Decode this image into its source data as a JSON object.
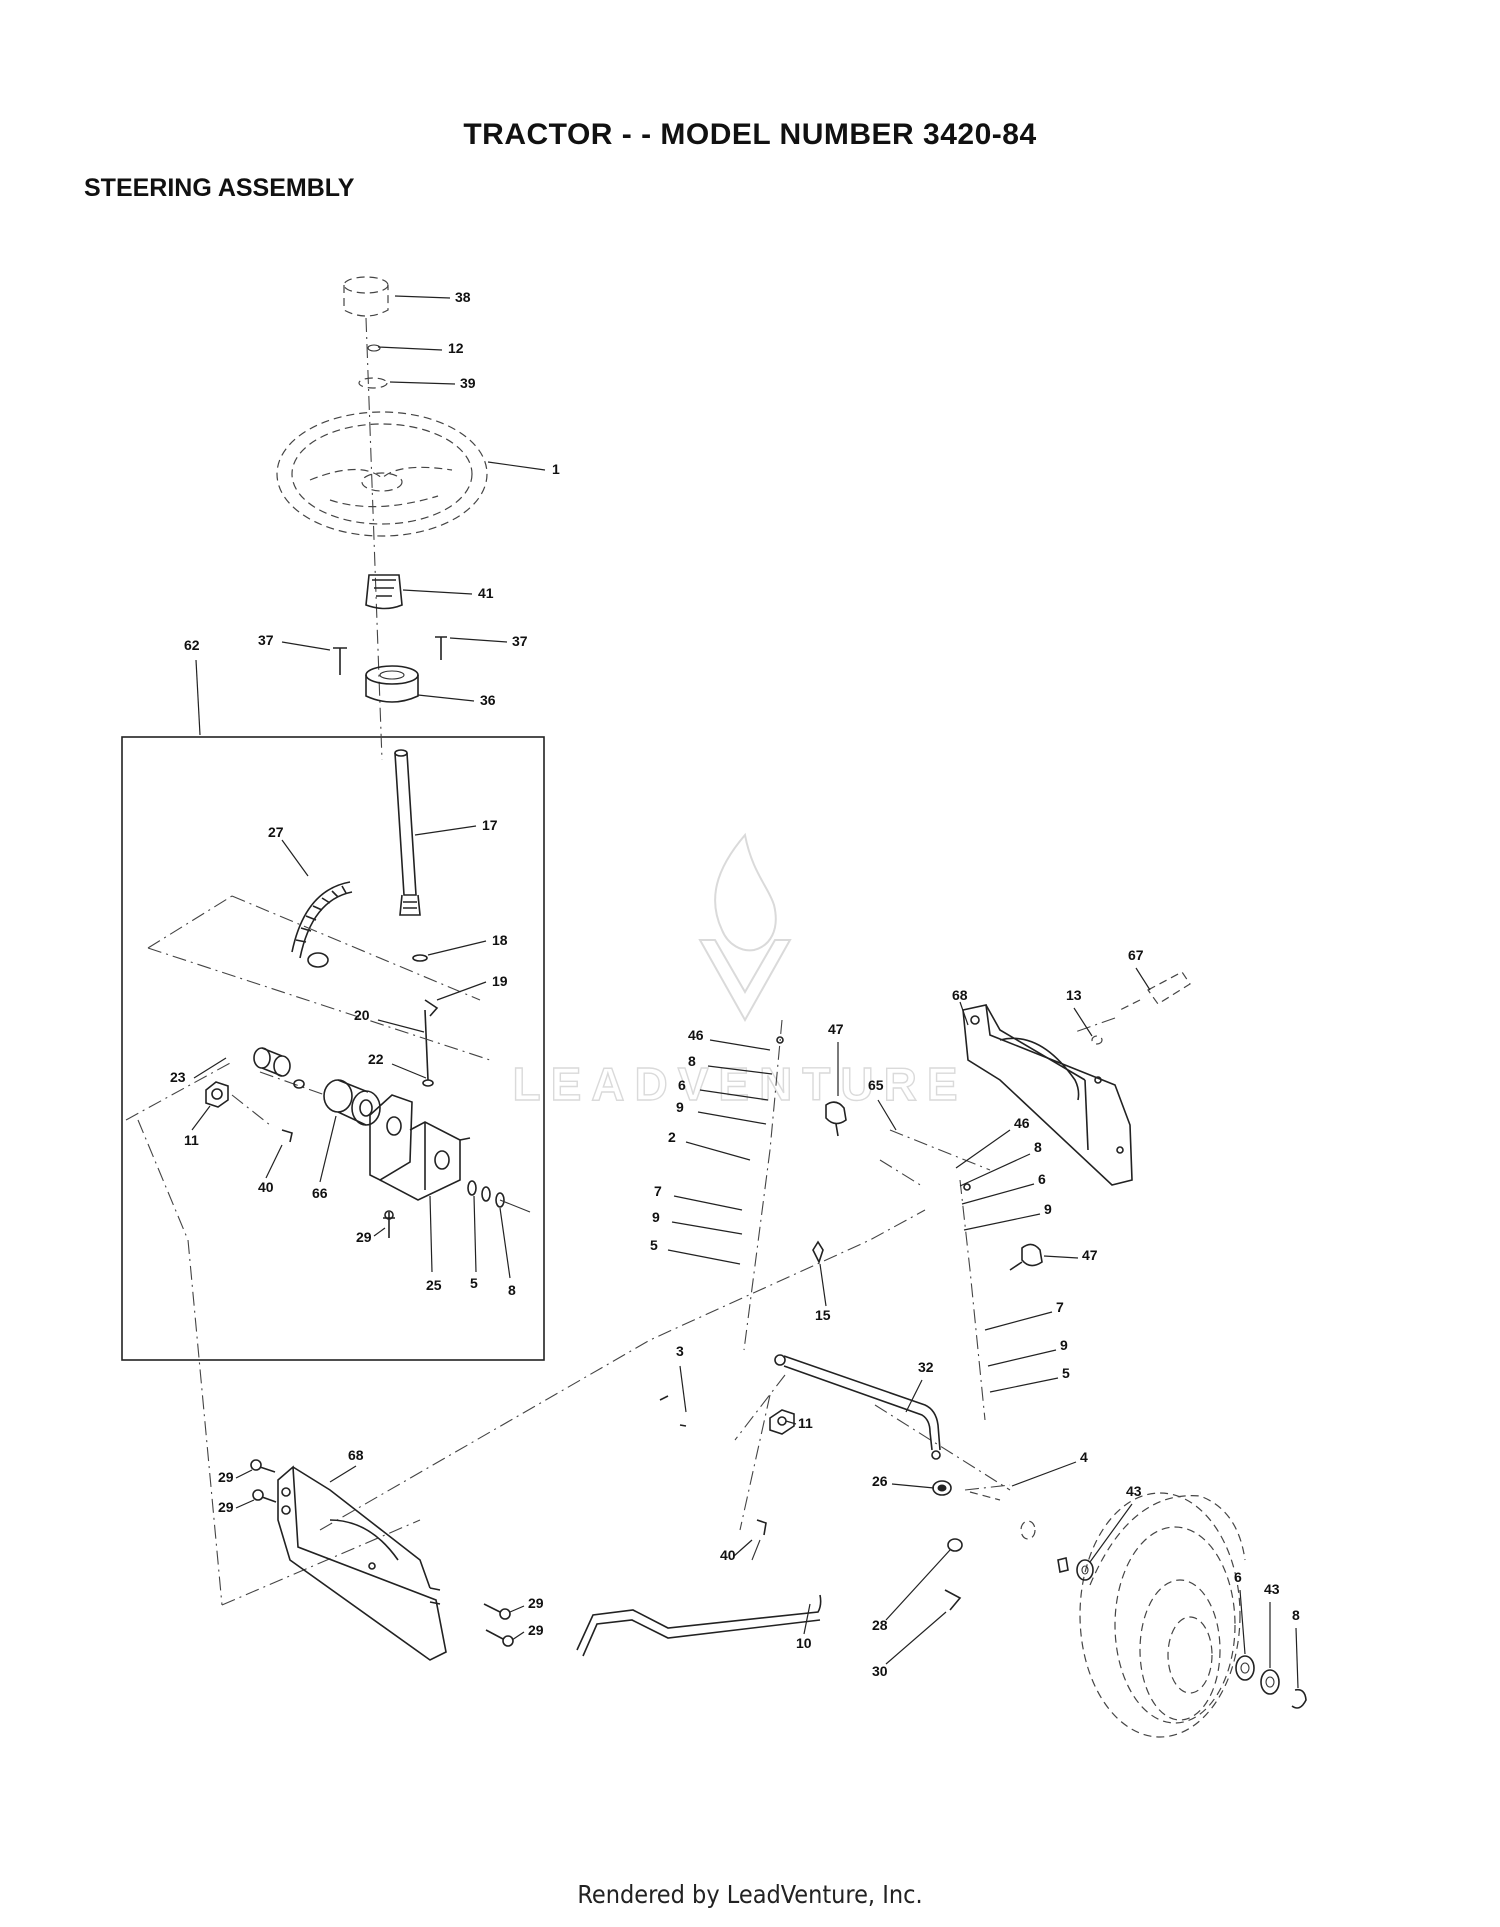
{
  "header": {
    "title": "TRACTOR - - MODEL NUMBER 3420-84",
    "subtitle": "STEERING ASSEMBLY"
  },
  "footer": {
    "rendered_by": "Rendered by LeadVenture, Inc."
  },
  "watermark": {
    "text": "LEADVENTURE",
    "color": "#d6d6d6"
  },
  "callouts": [
    {
      "id": "c-38",
      "label": "38"
    },
    {
      "id": "c-12",
      "label": "12"
    },
    {
      "id": "c-39",
      "label": "39"
    },
    {
      "id": "c-1",
      "label": "1"
    },
    {
      "id": "c-41",
      "label": "41"
    },
    {
      "id": "c-37a",
      "label": "37"
    },
    {
      "id": "c-37b",
      "label": "37"
    },
    {
      "id": "c-36",
      "label": "36"
    },
    {
      "id": "c-62",
      "label": "62"
    },
    {
      "id": "c-17",
      "label": "17"
    },
    {
      "id": "c-27",
      "label": "27"
    },
    {
      "id": "c-18",
      "label": "18"
    },
    {
      "id": "c-19",
      "label": "19"
    },
    {
      "id": "c-20",
      "label": "20"
    },
    {
      "id": "c-22",
      "label": "22"
    },
    {
      "id": "c-23",
      "label": "23"
    },
    {
      "id": "c-11a",
      "label": "11"
    },
    {
      "id": "c-40a",
      "label": "40"
    },
    {
      "id": "c-66",
      "label": "66"
    },
    {
      "id": "c-29a",
      "label": "29"
    },
    {
      "id": "c-25",
      "label": "25"
    },
    {
      "id": "c-5a",
      "label": "5"
    },
    {
      "id": "c-8a",
      "label": "8"
    },
    {
      "id": "c-68a",
      "label": "68"
    },
    {
      "id": "c-67",
      "label": "67"
    },
    {
      "id": "c-13",
      "label": "13"
    },
    {
      "id": "c-46a",
      "label": "46"
    },
    {
      "id": "c-8b",
      "label": "8"
    },
    {
      "id": "c-6a",
      "label": "6"
    },
    {
      "id": "c-9a",
      "label": "9"
    },
    {
      "id": "c-47a",
      "label": "47"
    },
    {
      "id": "c-65",
      "label": "65"
    },
    {
      "id": "c-2",
      "label": "2"
    },
    {
      "id": "c-7a",
      "label": "7"
    },
    {
      "id": "c-9b",
      "label": "9"
    },
    {
      "id": "c-5b",
      "label": "5"
    },
    {
      "id": "c-15",
      "label": "15"
    },
    {
      "id": "c-46b",
      "label": "46"
    },
    {
      "id": "c-8c",
      "label": "8"
    },
    {
      "id": "c-6b",
      "label": "6"
    },
    {
      "id": "c-9c",
      "label": "9"
    },
    {
      "id": "c-47b",
      "label": "47"
    },
    {
      "id": "c-7b",
      "label": "7"
    },
    {
      "id": "c-9d",
      "label": "9"
    },
    {
      "id": "c-5c",
      "label": "5"
    },
    {
      "id": "c-3",
      "label": "3"
    },
    {
      "id": "c-32",
      "label": "32"
    },
    {
      "id": "c-11b",
      "label": "11"
    },
    {
      "id": "c-4",
      "label": "4"
    },
    {
      "id": "c-26",
      "label": "26"
    },
    {
      "id": "c-43a",
      "label": "43"
    },
    {
      "id": "c-68b",
      "label": "68"
    },
    {
      "id": "c-29b",
      "label": "29"
    },
    {
      "id": "c-29c",
      "label": "29"
    },
    {
      "id": "c-40b",
      "label": "40"
    },
    {
      "id": "c-29d",
      "label": "29"
    },
    {
      "id": "c-29e",
      "label": "29"
    },
    {
      "id": "c-28",
      "label": "28"
    },
    {
      "id": "c-10",
      "label": "10"
    },
    {
      "id": "c-30",
      "label": "30"
    },
    {
      "id": "c-6c",
      "label": "6"
    },
    {
      "id": "c-43b",
      "label": "43"
    },
    {
      "id": "c-8d",
      "label": "8"
    }
  ]
}
